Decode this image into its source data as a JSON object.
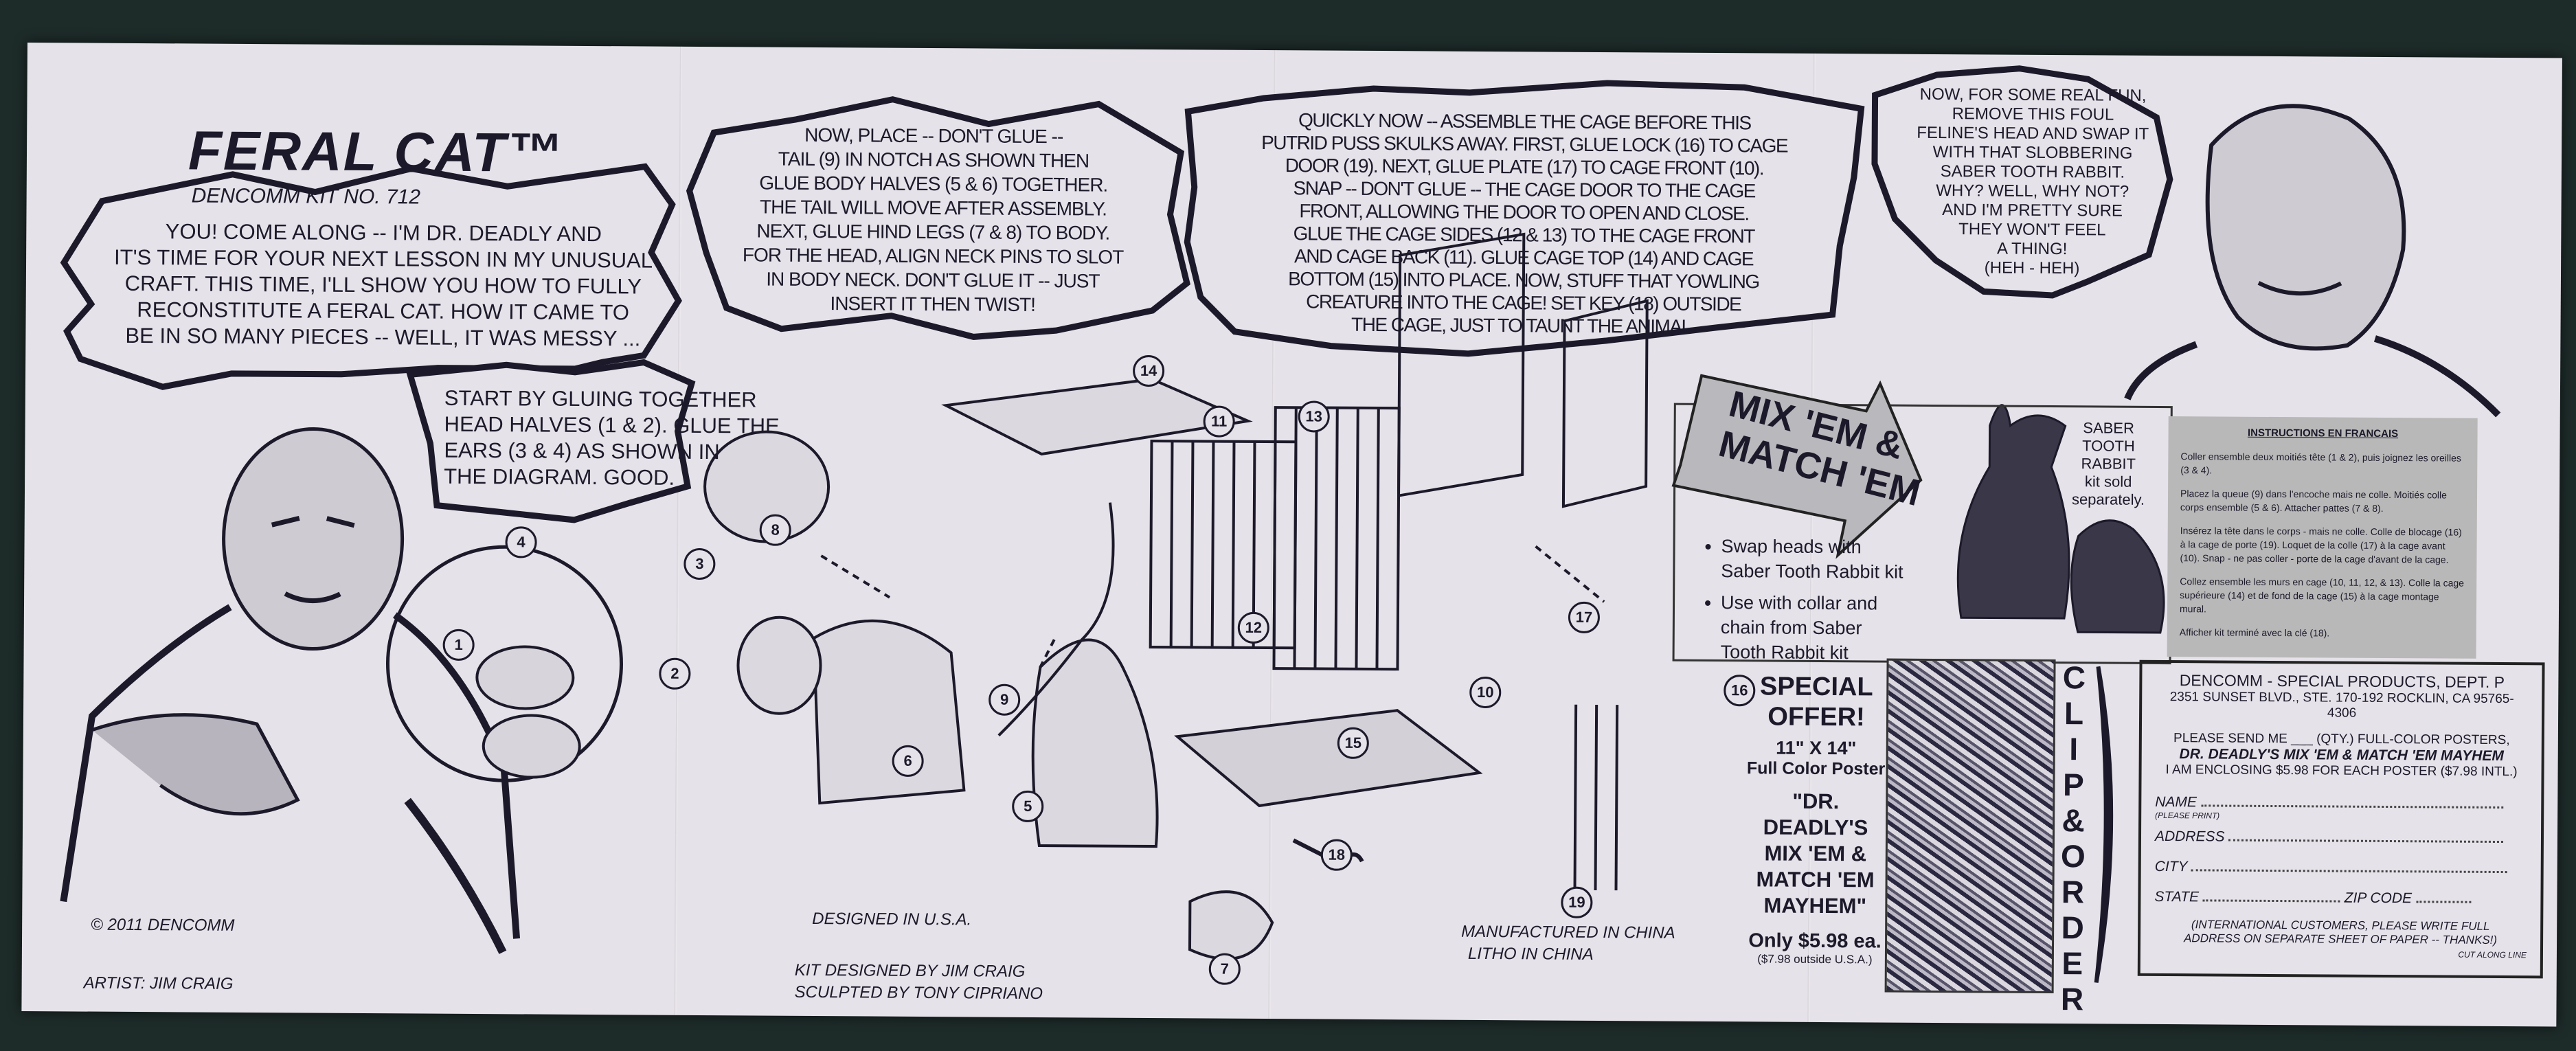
{
  "header": {
    "title": "FERAL CAT™",
    "subtitle": "DENCOMM KIT NO. 712"
  },
  "bubbles": [
    {
      "lines": [
        "YOU! COME ALONG -- I'M DR. DEADLY AND",
        "IT'S TIME FOR YOUR NEXT LESSON IN MY UNUSUAL",
        "CRAFT. THIS TIME, I'LL SHOW YOU HOW TO FULLY",
        "RECONSTITUTE A FERAL CAT. HOW IT CAME TO",
        "BE IN SO MANY PIECES -- WELL, IT WAS MESSY ..."
      ]
    },
    {
      "lines": [
        "START BY GLUING TOGETHER",
        "HEAD HALVES (1 & 2). GLUE THE",
        "EARS (3 & 4) AS SHOWN IN",
        "THE DIAGRAM. GOOD."
      ]
    },
    {
      "lines": [
        "NOW, PLACE -- DON'T GLUE --",
        "TAIL (9) IN NOTCH AS SHOWN THEN",
        "GLUE BODY HALVES (5 & 6) TOGETHER.",
        "THE TAIL WILL MOVE AFTER ASSEMBLY.",
        "NEXT, GLUE HIND LEGS (7 & 8) TO BODY.",
        "FOR THE HEAD, ALIGN NECK PINS TO SLOT",
        "IN BODY NECK. DON'T GLUE IT -- JUST",
        "INSERT IT THEN TWIST!"
      ]
    },
    {
      "lines": [
        "QUICKLY NOW -- ASSEMBLE THE CAGE BEFORE THIS",
        "PUTRID PUSS SKULKS AWAY. FIRST, GLUE LOCK (16) TO CAGE",
        "DOOR (19). NEXT, GLUE PLATE (17) TO CAGE FRONT (10).",
        "SNAP -- DON'T GLUE -- THE CAGE DOOR TO THE CAGE",
        "FRONT, ALLOWING THE DOOR TO OPEN AND CLOSE.",
        "GLUE THE CAGE SIDES (12 & 13) TO THE CAGE FRONT",
        "AND CAGE BACK (11). GLUE CAGE TOP (14) AND CAGE",
        "BOTTOM (15) INTO PLACE. NOW, STUFF THAT YOWLING",
        "CREATURE INTO THE CAGE! SET KEY (18) OUTSIDE",
        "THE CAGE, JUST TO TAUNT THE ANIMAL."
      ]
    },
    {
      "lines": [
        "NOW, FOR SOME REAL FUN,",
        "REMOVE THIS FOUL",
        "FELINE'S HEAD AND SWAP IT",
        "WITH THAT SLOBBERING",
        "SABER TOOTH RABBIT.",
        "WHY? WELL, WHY NOT?",
        "AND I'M PRETTY SURE",
        "THEY WON'T FEEL",
        "A THING!",
        "(HEH - HEH)"
      ]
    }
  ],
  "parts": [
    "1",
    "2",
    "3",
    "4",
    "5",
    "6",
    "7",
    "8",
    "9",
    "10",
    "11",
    "12",
    "13",
    "14",
    "15",
    "16",
    "17",
    "18",
    "19"
  ],
  "credits": {
    "copyright": "© 2011 DENCOMM",
    "artist": "ARTIST: JIM CRAIG",
    "designed": "DESIGNED IN U.S.A.",
    "kit_designer": "KIT DESIGNED BY JIM CRAIG",
    "sculptor": "SCULPTED BY TONY CIPRIANO",
    "manufactured": "MANUFACTURED IN CHINA",
    "litho": "LITHO IN CHINA"
  },
  "mix_match": {
    "arrow_line1": "MIX 'EM &",
    "arrow_line2": "MATCH 'EM",
    "bullets": [
      "Swap heads with Saber Tooth Rabbit kit",
      "Use with collar and chain from Saber Tooth Rabbit kit"
    ],
    "note": [
      "SABER",
      "TOOTH",
      "RABBIT",
      "kit sold",
      "separately."
    ]
  },
  "french": {
    "heading": "INSTRUCTIONS EN FRANCAIS",
    "paragraphs": [
      "Coller ensemble deux moitiés tête (1 & 2), puis joignez les oreilles (3 & 4).",
      "Placez la queue (9) dans l'encoche mais ne colle. Moitiés colle corps ensemble (5 & 6). Attacher pattes (7 & 8).",
      "Insérez la tête dans le corps - mais ne colle. Colle de blocage (16) à la cage de porte (19). Loquet de la colle (17) à la cage avant (10). Snap - ne pas coller - porte de la cage d'avant de la cage.",
      "Collez ensemble les murs en cage (10, 11, 12, & 13). Colle la cage supérieure (14) et de fond de la cage (15) à la cage montage mural.",
      "Afficher kit terminé avec la clé (18)."
    ]
  },
  "offer": {
    "line1": "SPECIAL",
    "line2": "OFFER!",
    "size": "11\" X 14\"",
    "type": "Full Color Poster",
    "name_lines": [
      "\"DR. DEADLY'S",
      "MIX 'EM &",
      "MATCH 'EM",
      "MAYHEM\""
    ],
    "price": "Only $5.98 ea.",
    "intl_price": "($7.98 outside U.S.A.)"
  },
  "clip_order": [
    "C",
    "L",
    "I",
    "P",
    "&",
    "O",
    "R",
    "D",
    "E",
    "R"
  ],
  "order_form": {
    "company": "DENCOMM - SPECIAL PRODUCTS, DEPT. P",
    "address": "2351 SUNSET BLVD., STE. 170-192 ROCKLIN, CA 95765-4306",
    "request": "PLEASE SEND ME ___ (QTY.) FULL-COLOR POSTERS,",
    "product": "DR. DEADLY'S MIX 'EM & MATCH 'EM MAYHEM",
    "enclosing": "I AM ENCLOSING $5.98 FOR EACH POSTER ($7.98 INTL.)",
    "name_label": "NAME",
    "name_hint": "(PLEASE PRINT)",
    "address_label": "ADDRESS",
    "city_label": "CITY",
    "state_label": "STATE",
    "zip_label": "ZIP CODE",
    "intl_note_1": "(INTERNATIONAL CUSTOMERS, PLEASE WRITE FULL",
    "intl_note_2": "ADDRESS ON SEPARATE SHEET OF PAPER -- THANKS!)",
    "cut_line": "CUT ALONG LINE"
  }
}
